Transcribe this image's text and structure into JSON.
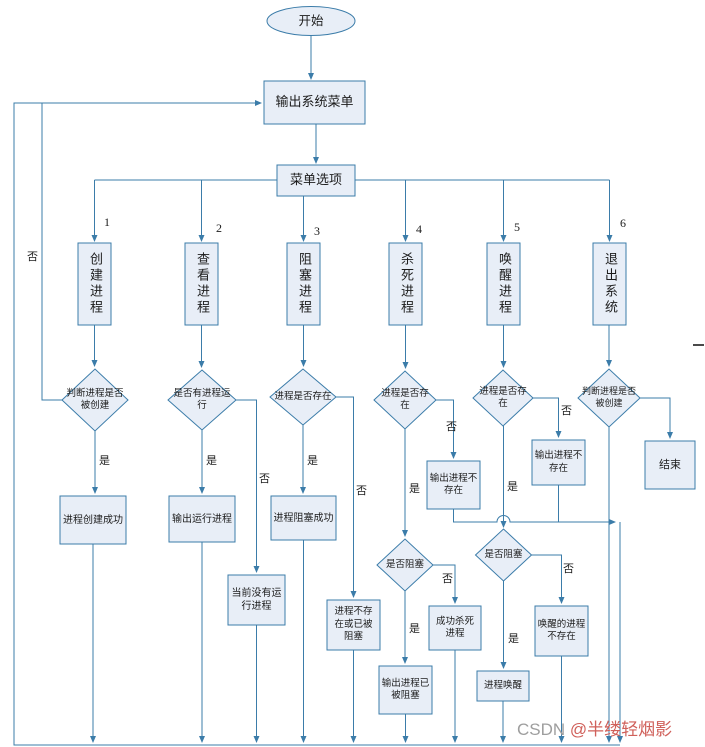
{
  "nodes": {
    "start": "开始",
    "output_menu": "输出系统菜单",
    "menu_option": "菜单选项",
    "create_process": "创建进程",
    "view_process": "查看进程",
    "block_process": "阻塞进程",
    "kill_process": "杀死进程",
    "wake_process": "唤醒进程",
    "exit_system": "退出系统",
    "d_created1": "判断进程是否被创建",
    "d_running": "是否有进程运行",
    "d_exists3": "进程是否存在",
    "d_exists4": "进程是否存在",
    "d_exists5": "进程是否存在",
    "d_created6": "判断进程是否被创建",
    "d_blocked4": "是否阻塞",
    "d_blocked5": "是否阻塞",
    "create_success": "进程创建成功",
    "output_running": "输出运行进程",
    "no_running": "当前没有运行进程",
    "block_success": "进程阻塞成功",
    "not_exist_or_blocked": "进程不存在或已被阻塞",
    "output_not_exist4": "输出进程不存在",
    "kill_success": "成功杀死进程",
    "output_already_blocked": "输出进程已被阻塞",
    "output_not_exist5": "输出进程不存在",
    "wake_not_exist": "唤醒的进程不存在",
    "process_wake": "进程唤醒",
    "end": "结束"
  },
  "branch_numbers": [
    "1",
    "2",
    "3",
    "4",
    "5",
    "6"
  ],
  "labels": {
    "yes": "是",
    "no": "否"
  },
  "watermark": {
    "prefix": "CSDN ",
    "handle": "@半缕轻烟影"
  },
  "colors": {
    "line": "#3b7ca9",
    "fill": "#e8eef7",
    "text": "#1c1c1c",
    "wmgray": "#9e9e9e",
    "wmred": "#d0605a"
  }
}
